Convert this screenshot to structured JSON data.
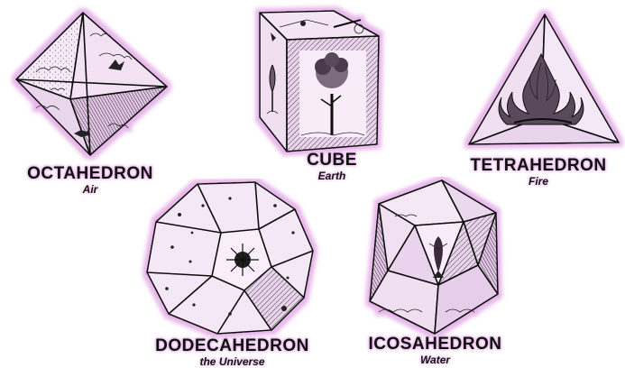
{
  "colors": {
    "halo": "#e7b6e9",
    "halo_dark": "#d79add",
    "ink": "#111111",
    "face_light": "#f5e6f6",
    "face_mid": "#e9cdeb",
    "face_dark": "#cfa1d3"
  },
  "solids": [
    {
      "id": "octahedron",
      "name": "OCTAHEDRON",
      "element": "Air",
      "icon": "octahedron-air-icon"
    },
    {
      "id": "cube",
      "name": "CUBE",
      "element": "Earth",
      "icon": "cube-earth-icon"
    },
    {
      "id": "tetrahedron",
      "name": "TETRAHEDRON",
      "element": "Fire",
      "icon": "tetrahedron-fire-icon"
    },
    {
      "id": "dodecahedron",
      "name": "DODECAHEDRON",
      "element": "the Universe",
      "icon": "dodecahedron-universe-icon"
    },
    {
      "id": "icosahedron",
      "name": "ICOSAHEDRON",
      "element": "Water",
      "icon": "icosahedron-water-icon"
    }
  ]
}
